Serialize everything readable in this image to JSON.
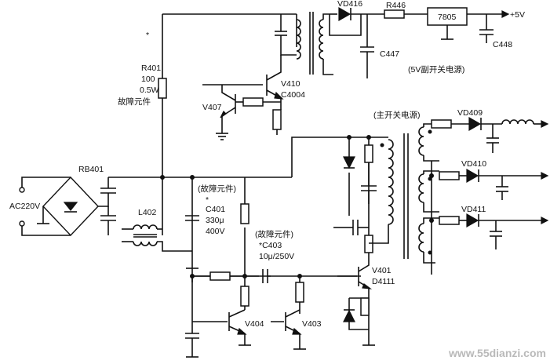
{
  "labels": {
    "vd416": "VD416",
    "r446": "R446",
    "reg": "7805",
    "out5v": "+5V",
    "c447": "C447",
    "c448": "C448",
    "aux_title": "(5V副开关电源)",
    "r401_star": "*",
    "r401": "R401",
    "r401_val": "100",
    "r401_pwr": "0.5W",
    "fault1": "故障元件",
    "v410": "V410",
    "c4004": "C4004",
    "v407": "V407",
    "main_title": "(主开关电源)",
    "vd409": "VD409",
    "vd410": "VD410",
    "vd411": "VD411",
    "rb401": "RB401",
    "ac": "AC220V",
    "l402": "L402",
    "fault2": "(故障元件)",
    "c401_star": "*",
    "c401": "C401",
    "c401_val": "330μ",
    "c401_v": "400V",
    "fault3": "(故障元件)",
    "c403": "*C403",
    "c403_val": "10μ/250V",
    "v401": "V401",
    "d4111": "D4111",
    "v404": "V404",
    "v403": "V403",
    "watermark": "www.55dianzi.com"
  }
}
